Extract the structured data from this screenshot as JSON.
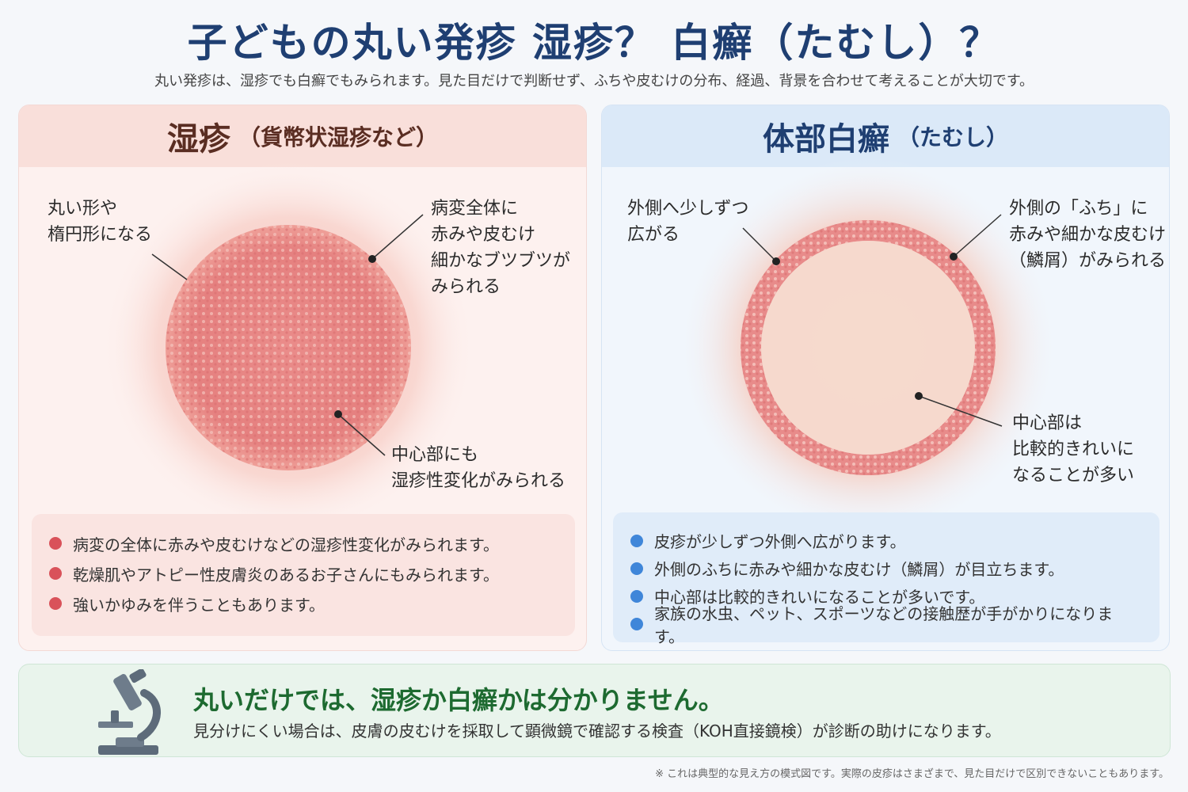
{
  "title": "子どもの丸い発疹 湿疹？ 白癬（たむし）？",
  "subtitle": "丸い発疹は、湿疹でも白癬でもみられます。見た目だけで判断せず、ふちや皮むけの分布、経過、背景を合わせて考えることが大切です。",
  "left_panel": {
    "title_main": "湿疹",
    "title_sub": "（貨幣状湿疹など）",
    "callouts": {
      "shape": [
        "丸い形や",
        "楕円形になる"
      ],
      "whole": [
        "病変全体に",
        "赤みや皮むけ",
        "細かなブツブツが",
        "みられる"
      ],
      "center": [
        "中心部にも",
        "湿疹性変化がみられる"
      ]
    },
    "bullets": [
      "病変の全体に赤みや皮むけなどの湿疹性変化がみられます。",
      "乾燥肌やアトピー性皮膚炎のあるお子さんにもみられます。",
      "強いかゆみを伴うこともあります。"
    ],
    "accent": "#d9525a"
  },
  "right_panel": {
    "title_main": "体部白癬",
    "title_sub": "（たむし）",
    "callouts": {
      "spread": [
        "外側へ少しずつ",
        "広がる"
      ],
      "edge": [
        "外側の「ふち」に",
        "赤みや細かな皮むけ",
        "（鱗屑）がみられる"
      ],
      "center": [
        "中心部は",
        "比較的きれいに",
        "なることが多い"
      ]
    },
    "bullets": [
      "皮疹が少しずつ外側へ広がります。",
      "外側のふちに赤みや細かな皮むけ（鱗屑）が目立ちます。",
      "中心部は比較的きれいになることが多いです。",
      "家族の水虫、ペット、スポーツなどの接触歴が手がかりになります。"
    ],
    "accent": "#3f86d9"
  },
  "footer": {
    "icon": "microscope-icon",
    "heading": "丸いだけでは、湿疹か白癬かは分かりません。",
    "text": "見分けにくい場合は、皮膚の皮むけを採取して顕微鏡で確認する検査（KOH直接鏡検）が診断の助けになります。"
  },
  "note": "※ これは典型的な見え方の模式図です。実際の皮疹はさまざまで、見た目だけで区別できないこともあります。"
}
